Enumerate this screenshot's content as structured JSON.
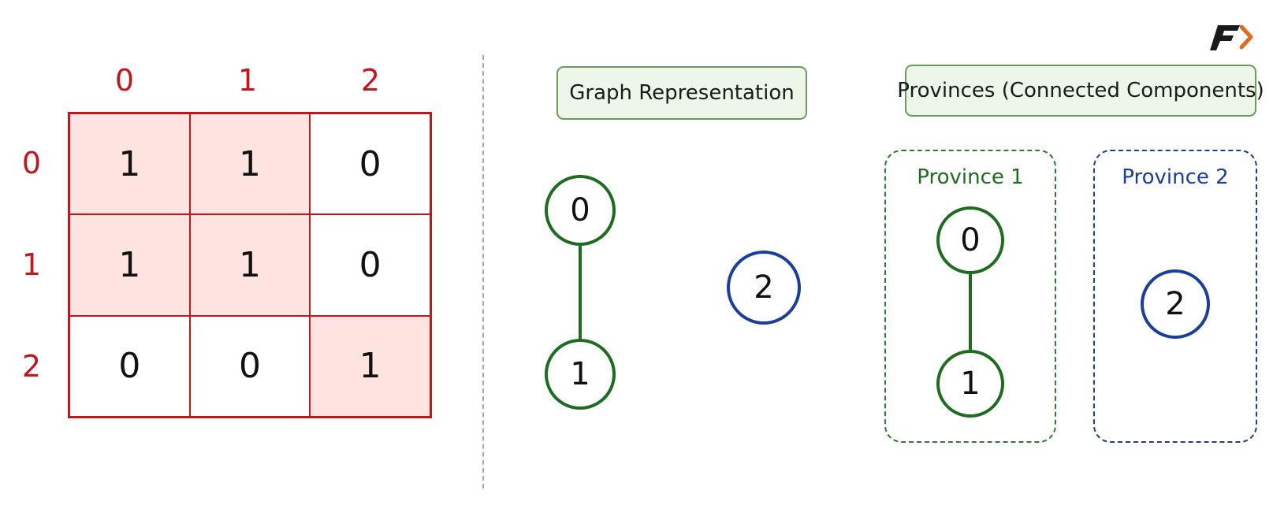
{
  "matrix": {
    "col_labels": [
      "0",
      "1",
      "2"
    ],
    "row_labels": [
      "0",
      "1",
      "2"
    ],
    "cells": [
      [
        "1",
        "1",
        "0"
      ],
      [
        "1",
        "1",
        "0"
      ],
      [
        "0",
        "0",
        "1"
      ]
    ]
  },
  "graph": {
    "title": "Graph Representation",
    "nodes": [
      "0",
      "1",
      "2"
    ],
    "edges": [
      [
        "0",
        "1"
      ]
    ]
  },
  "provinces": {
    "title": "Provinces (Connected Components)",
    "items": [
      {
        "name": "Province 1",
        "nodes": [
          "0",
          "1"
        ],
        "color": "#1f6b1f"
      },
      {
        "name": "Province 2",
        "nodes": [
          "2"
        ],
        "color": "#1a3f9a"
      }
    ]
  },
  "colors": {
    "matrix_accent": "#c0161c",
    "matrix_highlight": "#fde4e0",
    "component_green": "#1f6b1f",
    "component_blue": "#1a3f9a"
  },
  "logo": {
    "icon": "f-arrow-logo-icon"
  }
}
